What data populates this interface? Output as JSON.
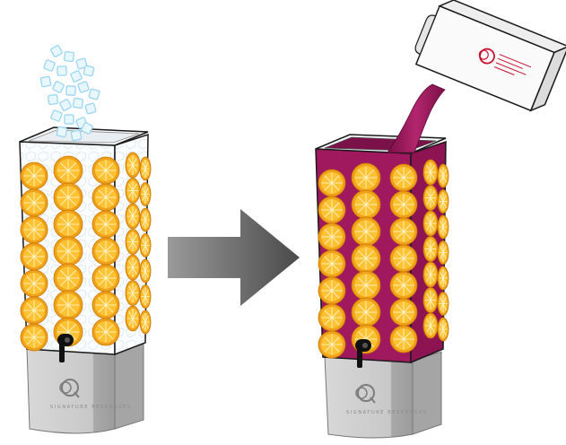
{
  "scene": {
    "left_dispenser": {
      "contents": "ice-and-orange-slices",
      "brand_text": "SIGNATURE BEVERAGES"
    },
    "right_dispenser": {
      "contents": "purple-juice-and-orange-slices",
      "brand_text": "SIGNATURE BEVERAGES"
    },
    "arrow": {
      "direction": "right"
    },
    "pouring_container": {
      "label_logo": "logo-mark"
    }
  },
  "colors": {
    "background": "#ffffff",
    "orange_peel": "#f0a11a",
    "orange_flesh": "#ffc233",
    "juice_purple": "#a0195e",
    "ice_blue": "#9bd6f2",
    "dispenser_base": "#c4c4c4",
    "arrow_gray": "#6f6f6f",
    "outline": "#1a1a1a"
  },
  "icons": [
    "ice-cube-icon",
    "orange-slice-icon",
    "spigot-icon",
    "right-arrow-icon",
    "logo-icon"
  ]
}
